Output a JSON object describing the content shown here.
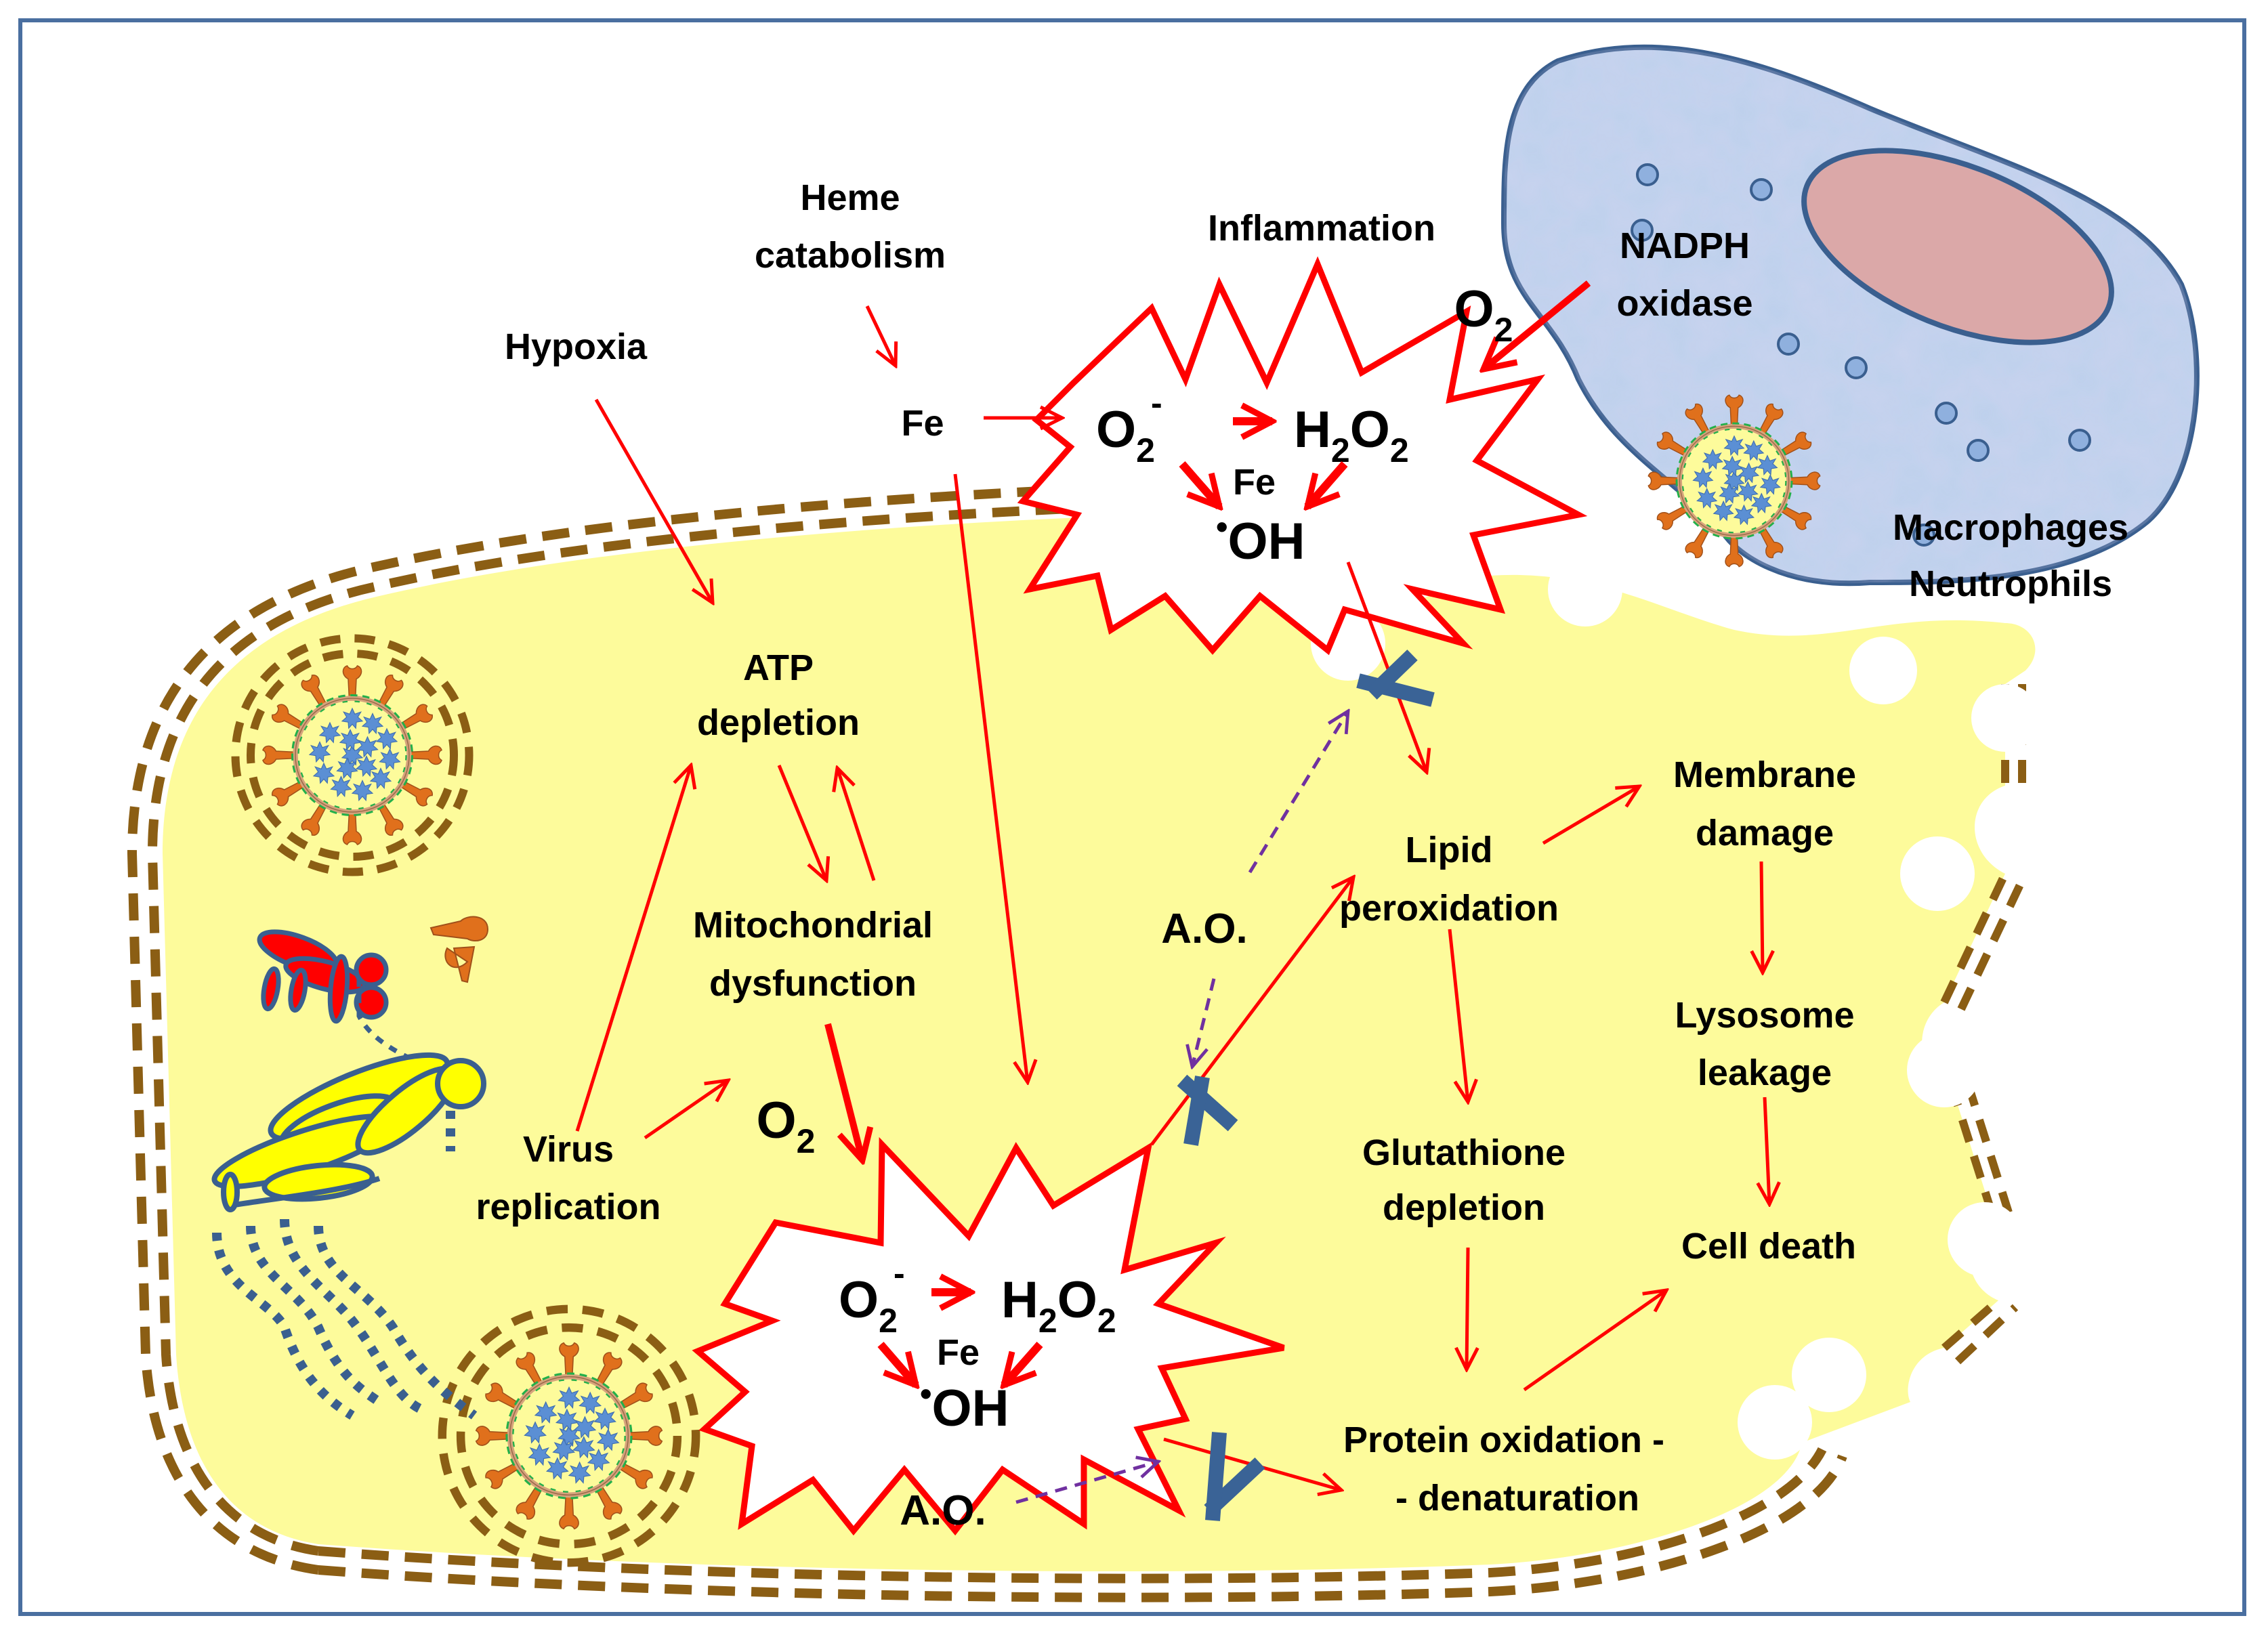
{
  "colors": {
    "frame": "#4a6fa0",
    "cell_fill": "#fdfb9b",
    "cell_membrane": "#8b5e14",
    "arrow": "#ff0000",
    "antioxidant_arrow": "#7030a0",
    "block_x": "#3a6396",
    "macrophage_fill": "#b8cdea",
    "macrophage_outline": "#3a5f8f",
    "nucleus_fill": "#dba8a8",
    "spike": "#e0701c",
    "nucleocapsid": "#5b8fd4",
    "membrane_protein": "#22b04a",
    "ribosome_red": "#ff0000"
  },
  "labels": {
    "hypoxia": "Hypoxia",
    "heme_1": "Heme",
    "heme_2": "catabolism",
    "fe_source": "Fe",
    "inflammation": "Inflammation",
    "nadph_1": "NADPH",
    "nadph_2": "oxidase",
    "o2_top": "O",
    "o2_top_sub": "2",
    "macrophages": "Macrophages",
    "neutrophils": "Neutrophils",
    "atp_1": "ATP",
    "atp_2": "depletion",
    "mito_1": "Mitochondrial",
    "mito_2": "dysfunction",
    "virus_1": "Virus",
    "virus_2": "replication",
    "o2_mid": "O",
    "o2_mid_sub": "2",
    "lipid_1": "Lipid",
    "lipid_2": "peroxidation",
    "ao_upper": "A.O.",
    "ao_lower": "A.O.",
    "membrane_1": "Membrane",
    "membrane_2": "damage",
    "lysosome_1": "Lysosome",
    "lysosome_2": "leakage",
    "glutathione_1": "Glutathione",
    "glutathione_2": "depletion",
    "cell_death": "Cell death",
    "protein_1": "Protein oxidation -",
    "protein_2": "- denaturation"
  },
  "ros_burst": {
    "superoxide": "O",
    "superoxide_sub": "2",
    "superoxide_sup": "-",
    "peroxide_h": "H",
    "peroxide_sub1": "2",
    "peroxide_o": "O",
    "peroxide_sub2": "2",
    "catalyst": "Fe",
    "radical_dot": "•",
    "hydroxyl": "OH"
  }
}
